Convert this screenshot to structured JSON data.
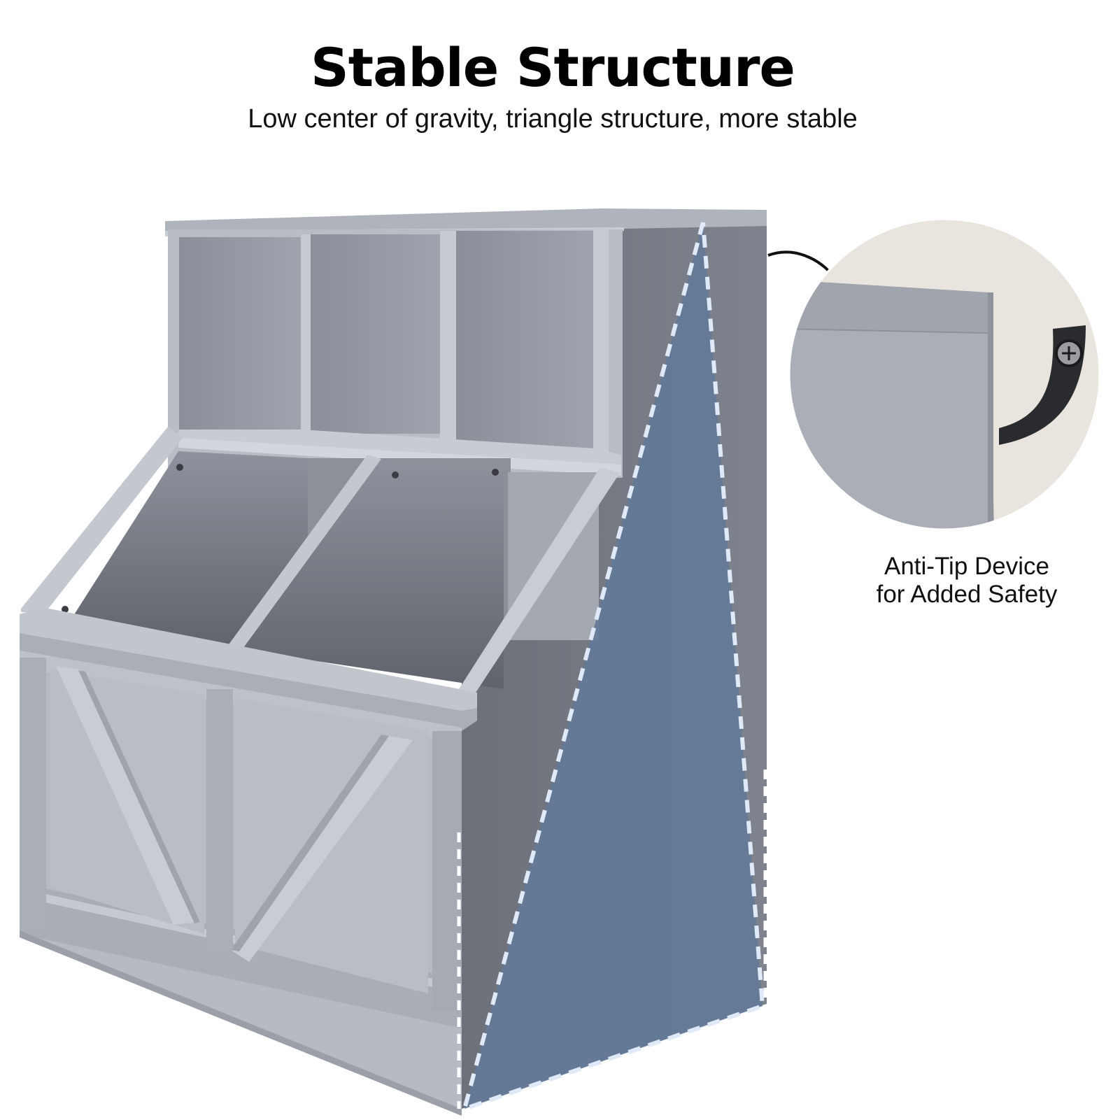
{
  "header": {
    "title": "Stable Structure",
    "subtitle": "Low center of gravity, triangle structure, more stable"
  },
  "callout": {
    "caption_line1": "Anti-Tip Device",
    "caption_line2": "for Added Safety"
  },
  "colors": {
    "cabinet_face": "#b0b5bf",
    "cabinet_side": "#7a7e88",
    "cabinet_shadow": "#6a6e78",
    "triangle_fill": "#627a98",
    "dashed_outline": "#dfe9f7",
    "strap": "#2a2b2e",
    "wall": "#e9e5de"
  },
  "icons": {
    "callout_arrow": "curved-arrow-icon",
    "anti_tip_strap": "strap-icon",
    "screw": "screw-icon"
  }
}
